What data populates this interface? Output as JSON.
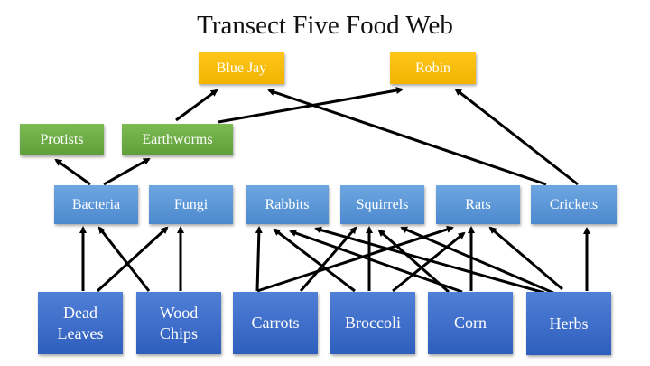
{
  "title": "Transect Five Food Web",
  "colors": {
    "consumer_top": "#ffc000",
    "decomposer_consumer": "#70ad47",
    "primary": "#5b9bd5",
    "producer": "#4472c4"
  },
  "nodes": {
    "blue_jay": "Blue Jay",
    "robin": "Robin",
    "protists": "Protists",
    "earthworms": "Earthworms",
    "bacteria": "Bacteria",
    "fungi": "Fungi",
    "rabbits": "Rabbits",
    "squirrels": "Squirrels",
    "rats": "Rats",
    "crickets": "Crickets",
    "dead_leaves": "Dead Leaves",
    "wood_chips": "Wood Chips",
    "carrots": "Carrots",
    "broccoli": "Broccoli",
    "corn": "Corn",
    "herbs": "Herbs"
  },
  "edges": [
    [
      "dead_leaves",
      "bacteria"
    ],
    [
      "dead_leaves",
      "fungi"
    ],
    [
      "wood_chips",
      "bacteria"
    ],
    [
      "wood_chips",
      "fungi"
    ],
    [
      "carrots",
      "rabbits"
    ],
    [
      "carrots",
      "squirrels"
    ],
    [
      "carrots",
      "rats"
    ],
    [
      "broccoli",
      "rabbits"
    ],
    [
      "broccoli",
      "squirrels"
    ],
    [
      "broccoli",
      "rats"
    ],
    [
      "corn",
      "rabbits"
    ],
    [
      "corn",
      "squirrels"
    ],
    [
      "corn",
      "rats"
    ],
    [
      "herbs",
      "rabbits"
    ],
    [
      "herbs",
      "squirrels"
    ],
    [
      "herbs",
      "rats"
    ],
    [
      "herbs",
      "crickets"
    ],
    [
      "bacteria",
      "protists"
    ],
    [
      "bacteria",
      "earthworms"
    ],
    [
      "earthworms",
      "blue_jay"
    ],
    [
      "earthworms",
      "robin"
    ],
    [
      "crickets",
      "blue_jay"
    ],
    [
      "crickets",
      "robin"
    ]
  ]
}
